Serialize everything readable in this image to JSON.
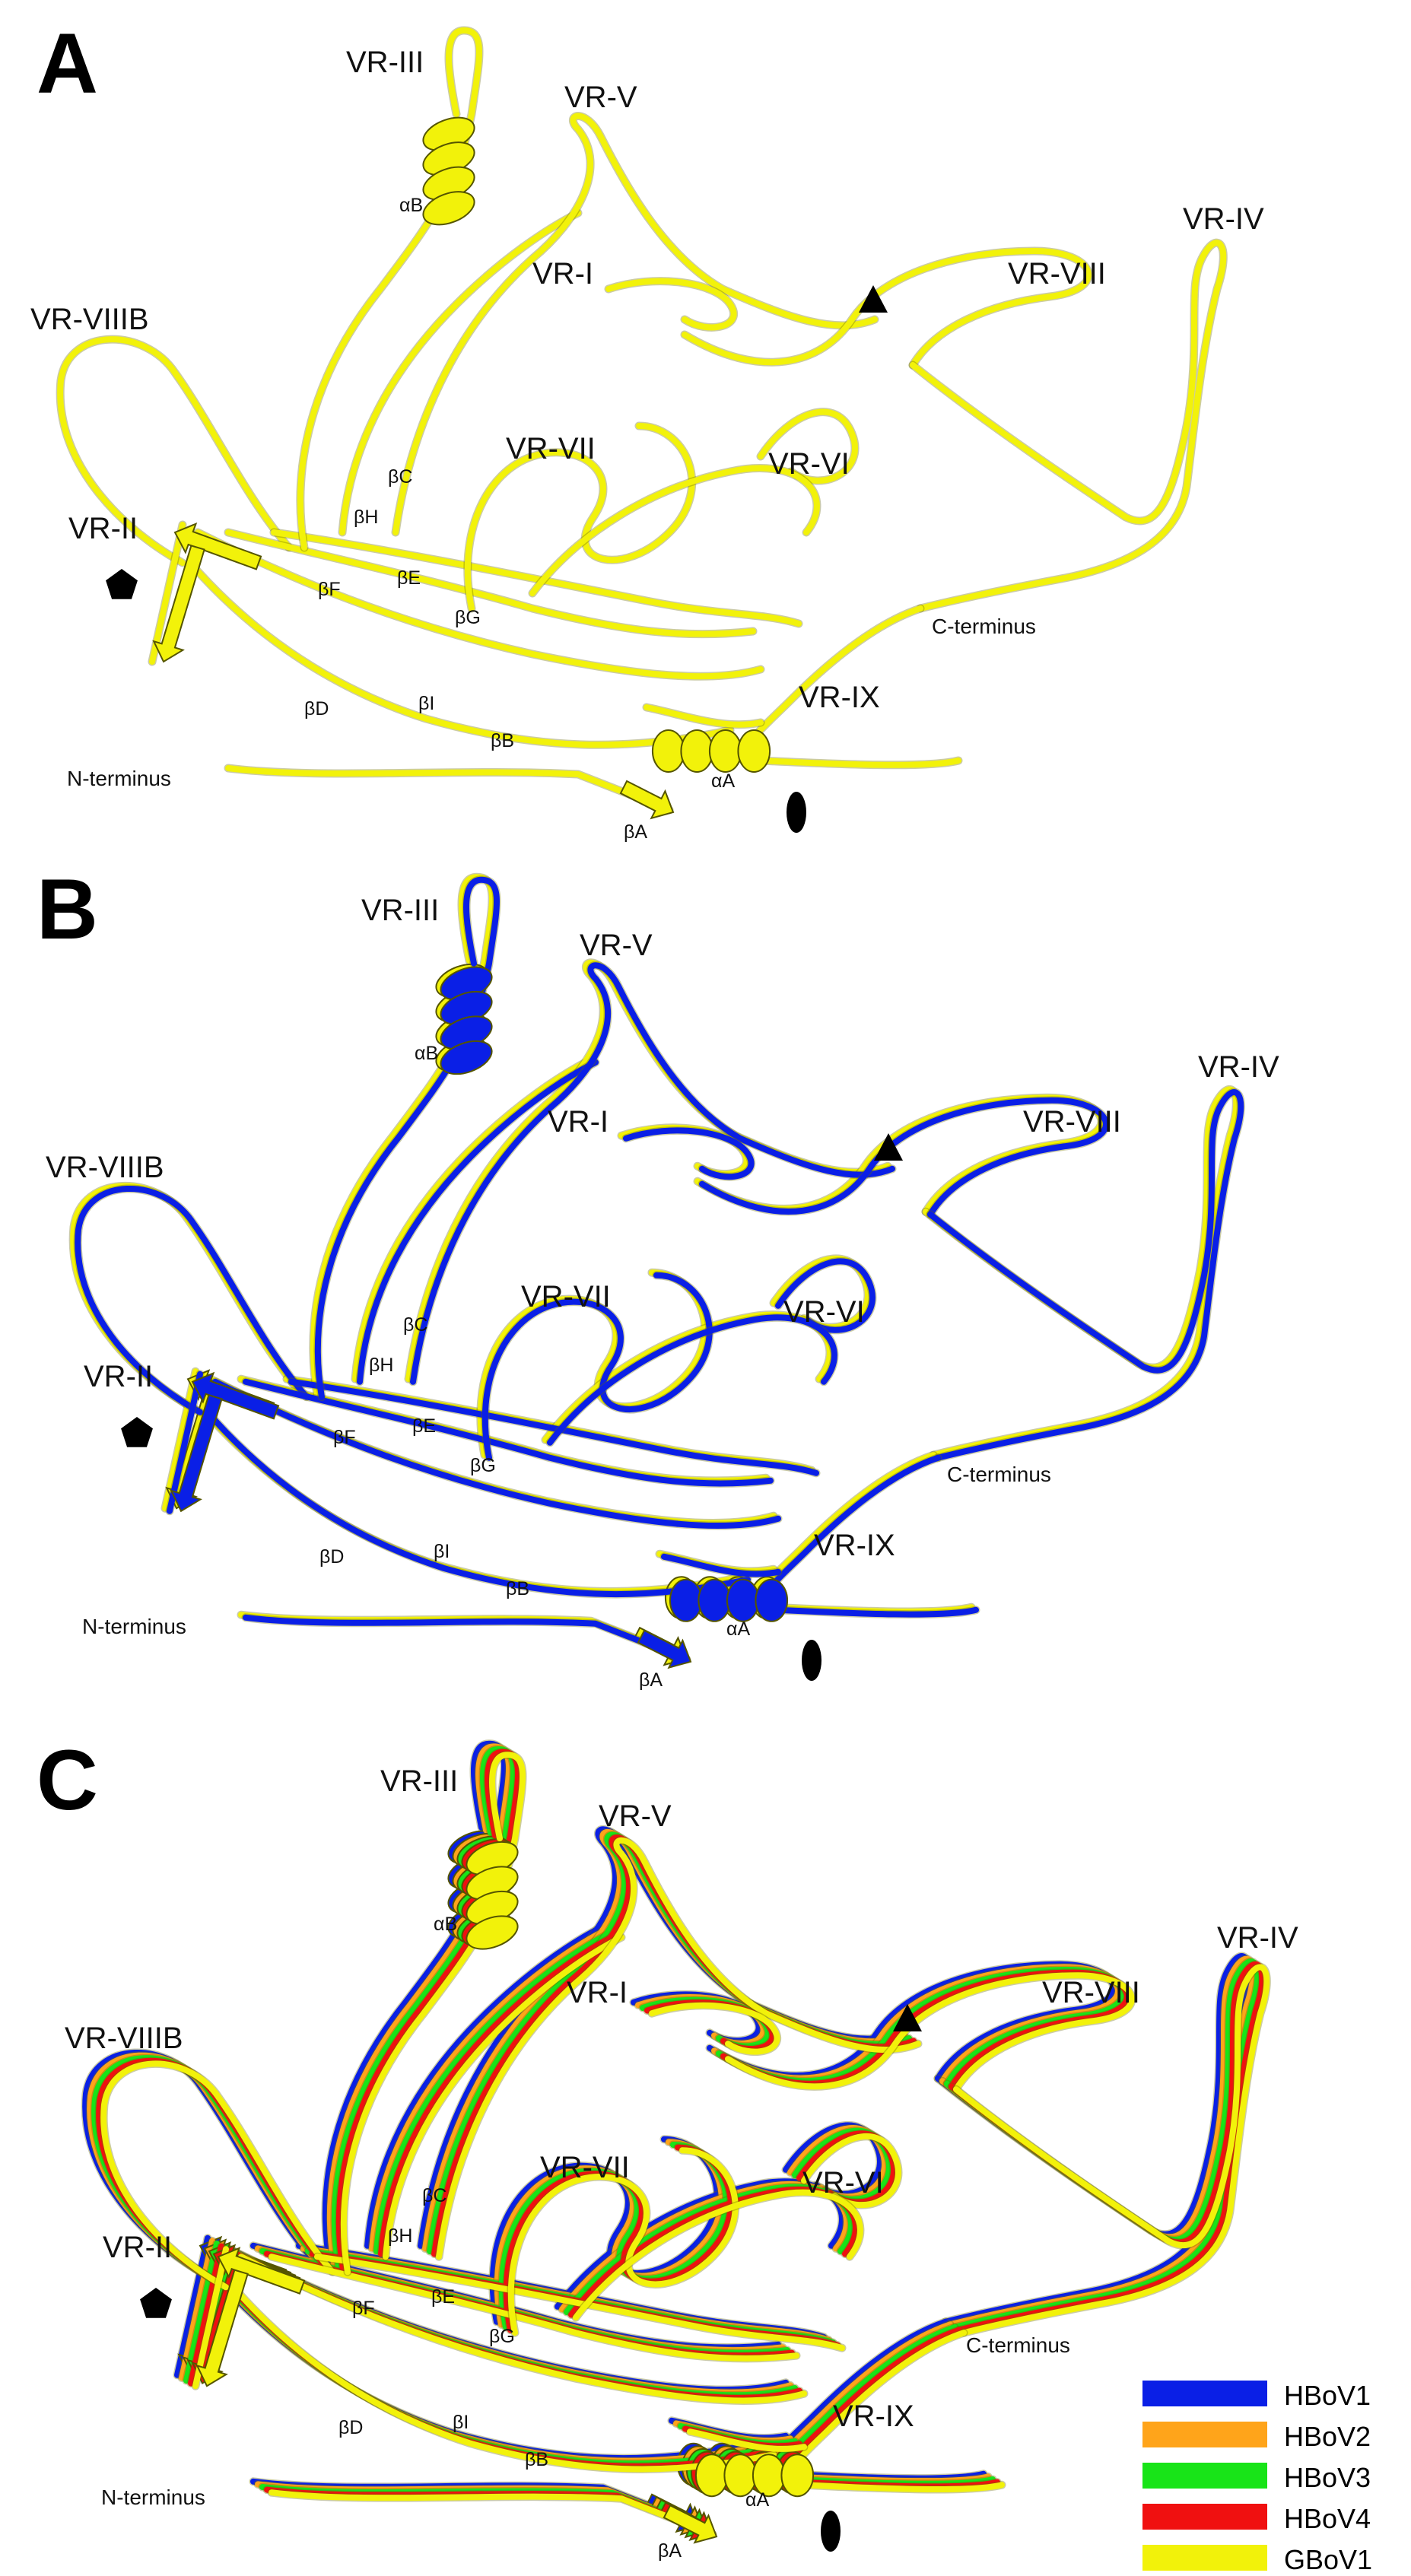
{
  "panels": [
    {
      "letter": "A",
      "labels": {
        "vr3": "VR-III",
        "vr5": "VR-V",
        "vr4": "VR-IV",
        "vr1": "VR-I",
        "vr8": "VR-VIII",
        "vr8b": "VR-VIIIB",
        "vr7": "VR-VII",
        "vr6": "VR-VI",
        "vr2": "VR-II",
        "vr9": "VR-IX",
        "ctermini": "C-terminus",
        "ntermini": "N-terminus",
        "alphaB": "αB",
        "alphaA": "αA",
        "betaA": "βA",
        "betaB": "βB",
        "betaC": "βC",
        "betaD": "βD",
        "betaE": "βE",
        "betaF": "βF",
        "betaG": "βG",
        "betaH": "βH",
        "betaI": "βI"
      }
    },
    {
      "letter": "B",
      "labels": {
        "vr3": "VR-III",
        "vr5": "VR-V",
        "vr4": "VR-IV",
        "vr1": "VR-I",
        "vr8": "VR-VIII",
        "vr8b": "VR-VIIIB",
        "vr7": "VR-VII",
        "vr6": "VR-VI",
        "vr2": "VR-II",
        "vr9": "VR-IX",
        "ctermini": "C-terminus",
        "ntermini": "N-terminus",
        "alphaB": "αB",
        "alphaA": "αA",
        "betaA": "βA",
        "betaB": "βB",
        "betaC": "βC",
        "betaD": "βD",
        "betaE": "βE",
        "betaF": "βF",
        "betaG": "βG",
        "betaH": "βH",
        "betaI": "βI"
      }
    },
    {
      "letter": "C",
      "labels": {
        "vr3": "VR-III",
        "vr5": "VR-V",
        "vr4": "VR-IV",
        "vr1": "VR-I",
        "vr8": "VR-VIII",
        "vr8b": "VR-VIIIB",
        "vr7": "VR-VII",
        "vr6": "VR-VI",
        "vr2": "VR-II",
        "vr9": "VR-IX",
        "ctermini": "C-terminus",
        "ntermini": "N-terminus",
        "alphaB": "αB",
        "alphaA": "αA",
        "betaA": "βA",
        "betaB": "βB",
        "betaC": "βC",
        "betaD": "βD",
        "betaE": "βE",
        "betaF": "βF",
        "betaG": "βG",
        "betaH": "βH",
        "betaI": "βI"
      }
    }
  ],
  "legend": [
    {
      "name": "HBoV1",
      "color": "#0a1fe6"
    },
    {
      "name": "HBoV2",
      "color": "#ffa41a"
    },
    {
      "name": "HBoV3",
      "color": "#18e418"
    },
    {
      "name": "HBoV4",
      "color": "#f01010"
    },
    {
      "name": "GBoV1",
      "color": "#f2f20a"
    }
  ],
  "ribbon_colors": {
    "panel_A": [
      "#f2f20a"
    ],
    "panel_B": [
      "#f2f20a",
      "#0a1fe6"
    ],
    "panel_C": [
      "#0a1fe6",
      "#ffa41a",
      "#18e418",
      "#f01010",
      "#f2f20a"
    ]
  }
}
